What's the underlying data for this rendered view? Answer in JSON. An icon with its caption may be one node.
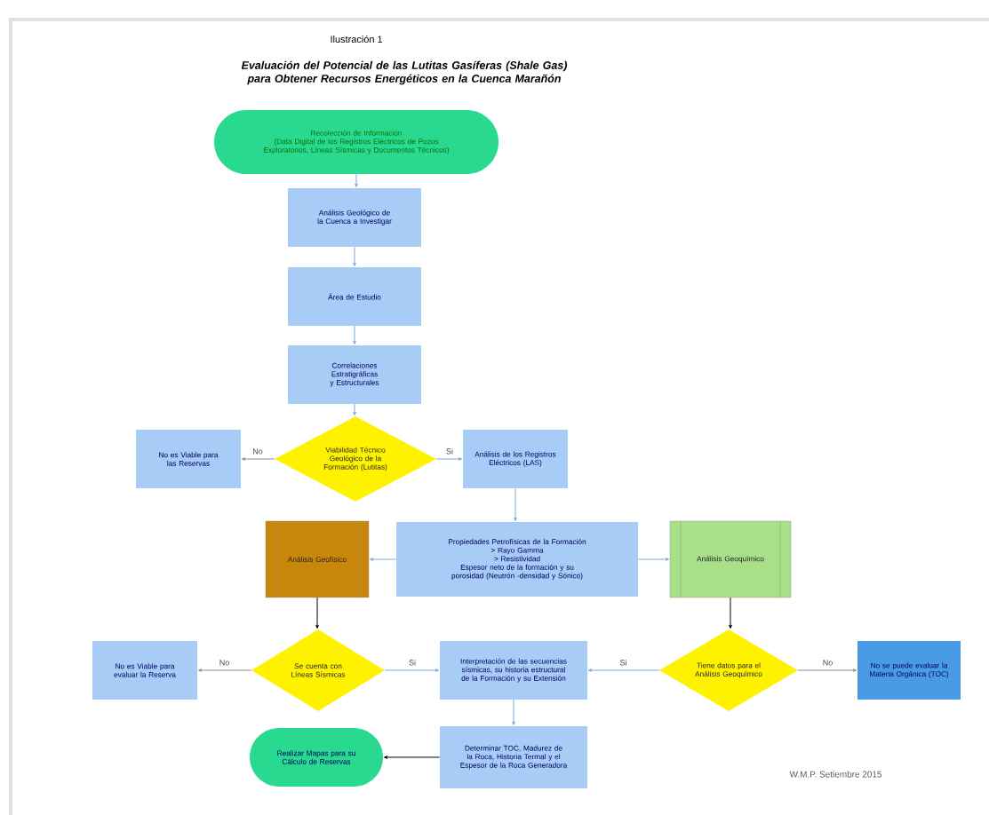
{
  "diagram": {
    "title": "Evaluación del Potencial de las Lutitas Gasíferas (Shale Gas) para Obtener Recursos Energéticos en la Cuenca Marañón",
    "nodes": [
      {
        "text": [
          "Recolección de Información",
          "(Data Digital de los Registros Eléctricos de Pozos Exploratorios, Líneas Sísmicas y Documentos Técnicos)"
        ]
      },
      {
        "text": [
          "Análisis Geológico de la Cuenca a Investigar"
        ]
      },
      {
        "text": [
          "Área de Estudio"
        ]
      },
      {
        "text": [
          "Correlaciones Estratigráficas y Estructurales"
        ]
      },
      {
        "text": [
          "Viabilidad Técnico Geológico de la Formación (Lutitas)"
        ]
      },
      {
        "text": [
          "No es Viable para las Reservas"
        ]
      },
      {
        "text": [
          "Análisis de los Registros Eléctricos (LAS)"
        ]
      },
      {
        "text": [
          "Propiedades Petrofísicas de la Formación",
          "> Rayo Gamma",
          "> Resistividad",
          "Espesor neto de la formación y su porosidad (Neutrón -densidad y Sónico)"
        ]
      },
      {
        "text": [
          "Análisis Geofísico"
        ]
      },
      {
        "text": [
          "Análisis Geoquímico"
        ]
      },
      {
        "text": [
          "Se cuenta con Líneas Sísmicas"
        ]
      },
      {
        "text": [
          "No es Viable para evaluar la Reserva"
        ]
      },
      {
        "text": [
          "Interpretación de las secuencias sísmicas, su historia estructural de la Formación y su Extensión"
        ]
      },
      {
        "text": [
          "Tiene datos para el Análisis Geoquímico"
        ]
      },
      {
        "text": [
          "No se puede evaluar la Materia Orgánica (TOC)"
        ]
      },
      {
        "text": [
          "Determinar TOC, Madurez de la Roca, Historia Termal y el Espesor de la Roca Generadora"
        ]
      },
      {
        "text": [
          "Realizar Mapas para su Cálculo de Reservas"
        ]
      }
    ],
    "edges": [
      {
        "from": 0,
        "to": 1,
        "arrow": "to"
      },
      {
        "from": 1,
        "to": 2,
        "arrow": "to"
      },
      {
        "from": 2,
        "to": 3,
        "arrow": "to"
      },
      {
        "from": 3,
        "to": 4,
        "arrow": "to"
      },
      {
        "from": 4,
        "to": 5,
        "arrow": "to",
        "label": "No",
        "color": "#8c8c8c"
      },
      {
        "from": 4,
        "to": 6,
        "arrow": "to",
        "label": "Si"
      },
      {
        "from": 6,
        "to": 7,
        "arrow": "to"
      },
      {
        "from": 7,
        "to": 8,
        "arrow": "to"
      },
      {
        "from": 7,
        "to": 9,
        "arrow": "to"
      },
      {
        "from": 8,
        "to": 10,
        "arrow": "to",
        "color": "#000000"
      },
      {
        "from": 9,
        "to": 13,
        "arrow": "to",
        "color": "#000000"
      },
      {
        "from": 10,
        "to": 11,
        "arrow": "to",
        "label": "No",
        "color": "#8c8c8c"
      },
      {
        "from": 10,
        "to": 12,
        "arrow": "to",
        "label": "Si"
      },
      {
        "from": 13,
        "to": 12,
        "arrow": "to",
        "label": "Si"
      },
      {
        "from": 13,
        "to": 14,
        "arrow": "to",
        "label": "No",
        "color": "#8c8c8c"
      },
      {
        "from": 12,
        "to": 15,
        "arrow": "to"
      },
      {
        "from": 15,
        "to": 16,
        "arrow": "to",
        "color": "#000000"
      }
    ],
    "labels": [
      "Ilustración 1",
      "W.M.P. Setiembre 2015"
    ]
  }
}
